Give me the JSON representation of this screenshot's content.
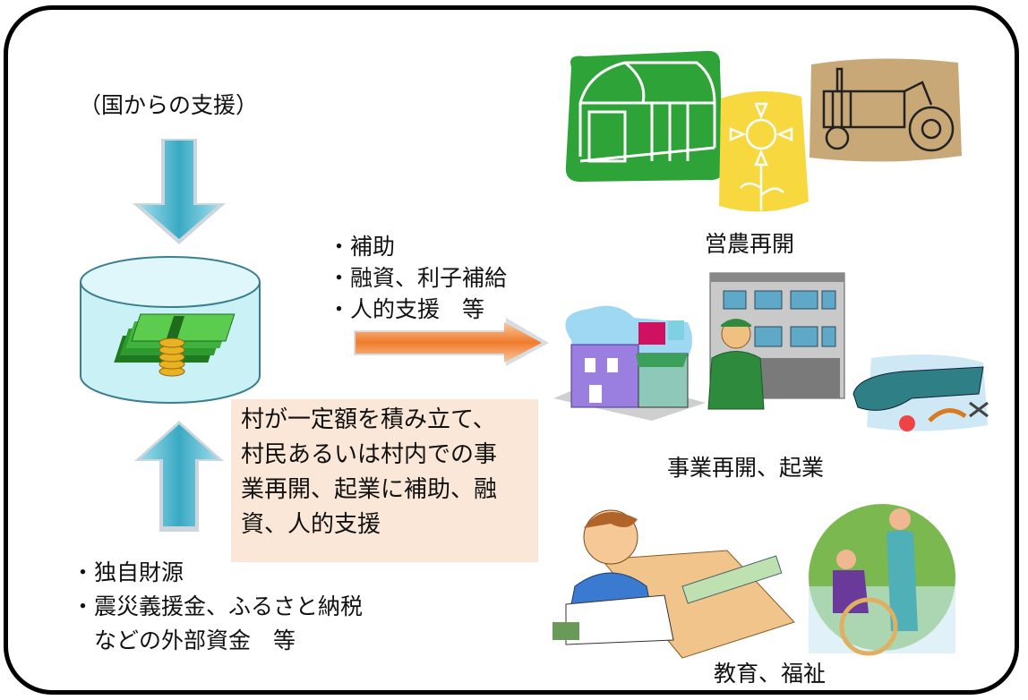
{
  "source_label": "（国からの支援）",
  "support_types": [
    "・補助",
    "・融資、利子補給",
    "・人的支援　等"
  ],
  "fund_note": [
    "村が一定額を積み立て、",
    "村民あるいは村内での事",
    "業再開、起業に補助、融",
    "資、人的支援"
  ],
  "funding_sources": [
    "・独自財源",
    "・震災義援金、ふるさと納税",
    "　などの外部資金　等"
  ],
  "outcomes": {
    "farming": "営農再開",
    "business": "事業再開、起業",
    "education_welfare": "教育、福祉"
  },
  "colors": {
    "arrow_blue": "#4bb3cc",
    "arrow_orange": "#f08a3c",
    "fund_cylinder": "#c9f1f6",
    "note_bg": "#fbe7d7",
    "greenhouse": "#2ea338",
    "sunflower_bg": "#f7d93f",
    "tractor_bg": "#c9a878"
  },
  "icons": [
    "down-arrow-icon",
    "up-arrow-icon",
    "right-arrow-icon",
    "money-fund-icon",
    "greenhouse-icon",
    "sunflower-icon",
    "tractor-icon",
    "shop-icon",
    "building-icon",
    "worker-icon",
    "fabric-sewing-icon",
    "student-icon",
    "wheelchair-caregiver-icon"
  ]
}
